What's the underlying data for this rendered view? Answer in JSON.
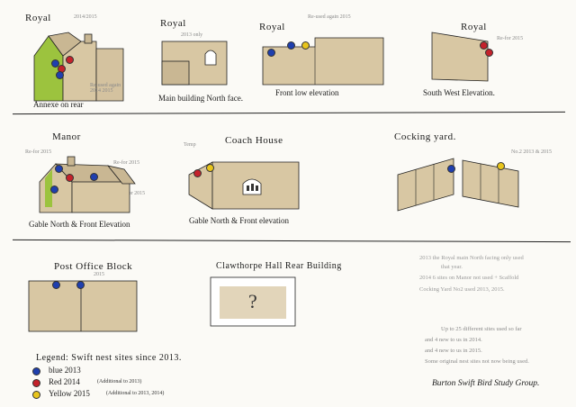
{
  "colors": {
    "blue": "#1f3fae",
    "red": "#c4222b",
    "yellow": "#e8c51c",
    "green": "#9cc33e",
    "wall": "#d8c7a3",
    "roof": "#c9b793",
    "paper": "#fbfaf6"
  },
  "row1": {
    "royal_annexe": {
      "title": "Royal",
      "caption": "Annexe on rear",
      "note_top": "2014/2015",
      "note_side": "Re-used again 2014 2015"
    },
    "royal_main": {
      "title": "Royal",
      "caption": "Main building North face.",
      "note_top": "2013 only"
    },
    "royal_front": {
      "title": "Royal",
      "caption": "Front low elevation",
      "note_top": "Re-used again 2015"
    },
    "royal_sw": {
      "title": "Royal",
      "caption": "South West Elevation.",
      "note_side": "Re-for 2015"
    }
  },
  "row2": {
    "manor": {
      "title": "Manor",
      "caption": "Gable North & Front Elevation",
      "note_left": "Re-for 2015",
      "note_right1": "Re-for 2015",
      "note_right2": "Re-for 2015"
    },
    "coach_house": {
      "title": "Coach House",
      "caption": "Gable North & Front elevation",
      "note_left": "Temp"
    },
    "cocking_yard": {
      "title": "Cocking yard.",
      "note_side": "No.2 2013 & 2015"
    }
  },
  "row3": {
    "post_office": {
      "title": "Post Office Block",
      "note": "2015"
    },
    "clawthorpe": {
      "title": "Clawthorpe Hall Rear Building",
      "mark": "?"
    }
  },
  "faint_notes": [
    "2013 the Royal main North facing only used",
    "that year.",
    "2014 6 sites on Manor not used + Scaffold",
    "Cocking Yard No2 used 2013, 2015."
  ],
  "summary": [
    "Up to 25 different sites used so far",
    "and 4 new to us in 2014.",
    "and 4 new to us in 2015.",
    "Some original nest sites not now being used."
  ],
  "legend": {
    "title": "Legend: Swift nest sites since 2013.",
    "items": [
      {
        "color": "blue",
        "label": "blue 2013",
        "sub": ""
      },
      {
        "color": "red",
        "label": "Red 2014",
        "sub": "(Additional to 2013)"
      },
      {
        "color": "yellow",
        "label": "Yellow 2015",
        "sub": "(Additional to 2013, 2014)"
      }
    ]
  },
  "signature": "Burton Swift Bird Study Group."
}
